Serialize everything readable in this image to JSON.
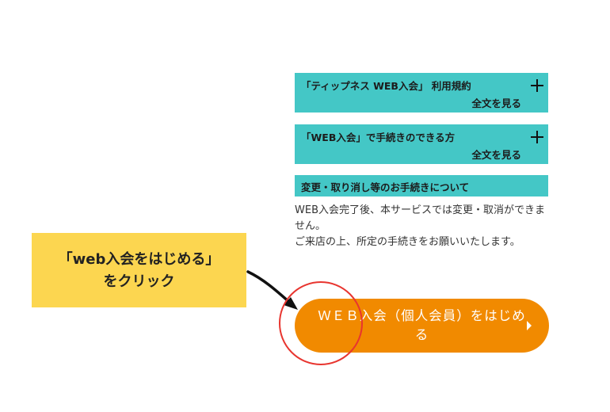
{
  "accordions": [
    {
      "title": "「ティップネス WEB入会」 利用規約",
      "link": "全文を見る",
      "icon": "plus-icon"
    },
    {
      "title": "「WEB入会」で手続きのできる方",
      "link": "全文を見る",
      "icon": "plus-icon"
    }
  ],
  "section": {
    "heading": "変更・取り消し等のお手続きについて",
    "line1": "WEB入会完了後、本サービスでは変更・取消ができません。",
    "line2": "ご来店の上、所定の手続きをお願いいたします。"
  },
  "callout": {
    "line1": "「web入会をはじめる」",
    "line2": "をクリック"
  },
  "join_button": {
    "line1": "ＷＥＢ入会（個人会員）をはじめ",
    "line2": "る",
    "icon": "caret-right-icon"
  },
  "colors": {
    "teal": "#44c7c6",
    "orange": "#f18a00",
    "callout_yellow": "#fcd650",
    "highlight_red": "#e8352f"
  }
}
